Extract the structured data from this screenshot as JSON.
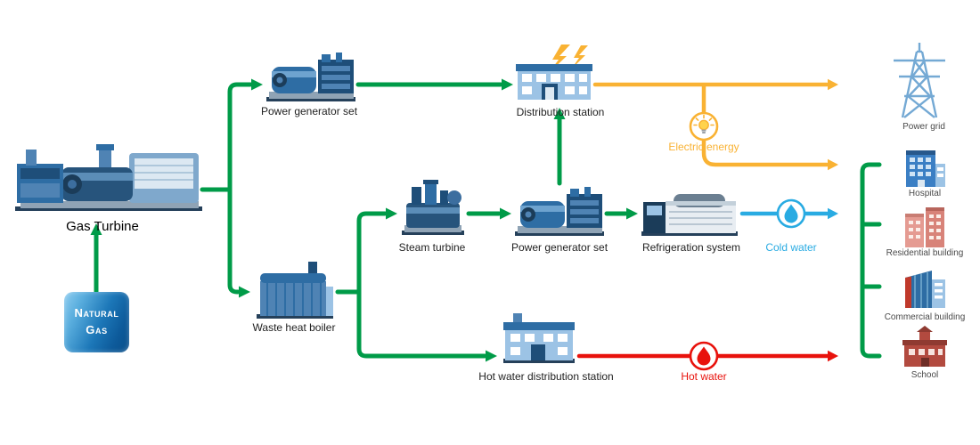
{
  "colors": {
    "green": "#009b48",
    "orange": "#f9b233",
    "blue": "#29abe2",
    "red": "#e8120c"
  },
  "source": {
    "natural_gas_line1": "Natural",
    "natural_gas_line2": "Gas"
  },
  "nodes": {
    "gas_turbine": "Gas Turbine",
    "power_generator_set_top": "Power generator set",
    "distribution_station": "Distribution station",
    "electric_energy": "Electric energy",
    "power_grid": "Power grid",
    "steam_turbine": "Steam turbine",
    "power_generator_set_mid": "Power generator set",
    "refrigeration_system": "Refrigeration system",
    "cold_water": "Cold water",
    "waste_heat_boiler": "Waste heat boiler",
    "hot_water_distribution_station": "Hot water distribution station",
    "hot_water": "Hot water"
  },
  "consumers": [
    {
      "label": "Hospital"
    },
    {
      "label": "Residential building"
    },
    {
      "label": "Commercial building"
    },
    {
      "label": "School"
    }
  ]
}
